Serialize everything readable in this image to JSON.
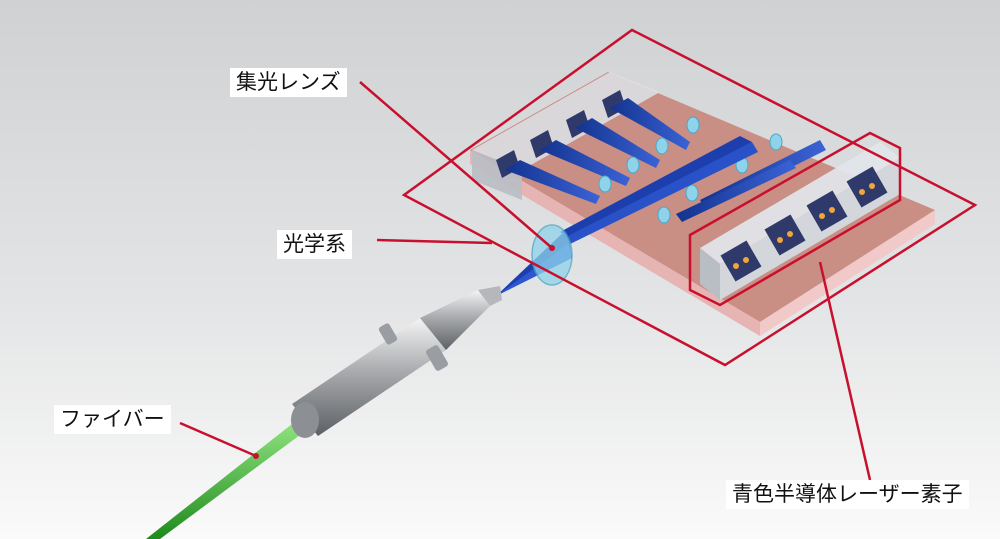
{
  "labels": {
    "condenser_lens": "集光レンズ",
    "optical_system": "光学系",
    "fiber": "ファイバー",
    "laser_element": "青色半導体レーザー素子"
  },
  "colors": {
    "callout_line": "#c8102e",
    "beam": "#1d3fae",
    "fiber": "#3fb83a",
    "board": "#c98e84",
    "lens": "#8fd3ea"
  },
  "laser_modules": {
    "left_row": 4,
    "right_row": 4
  }
}
